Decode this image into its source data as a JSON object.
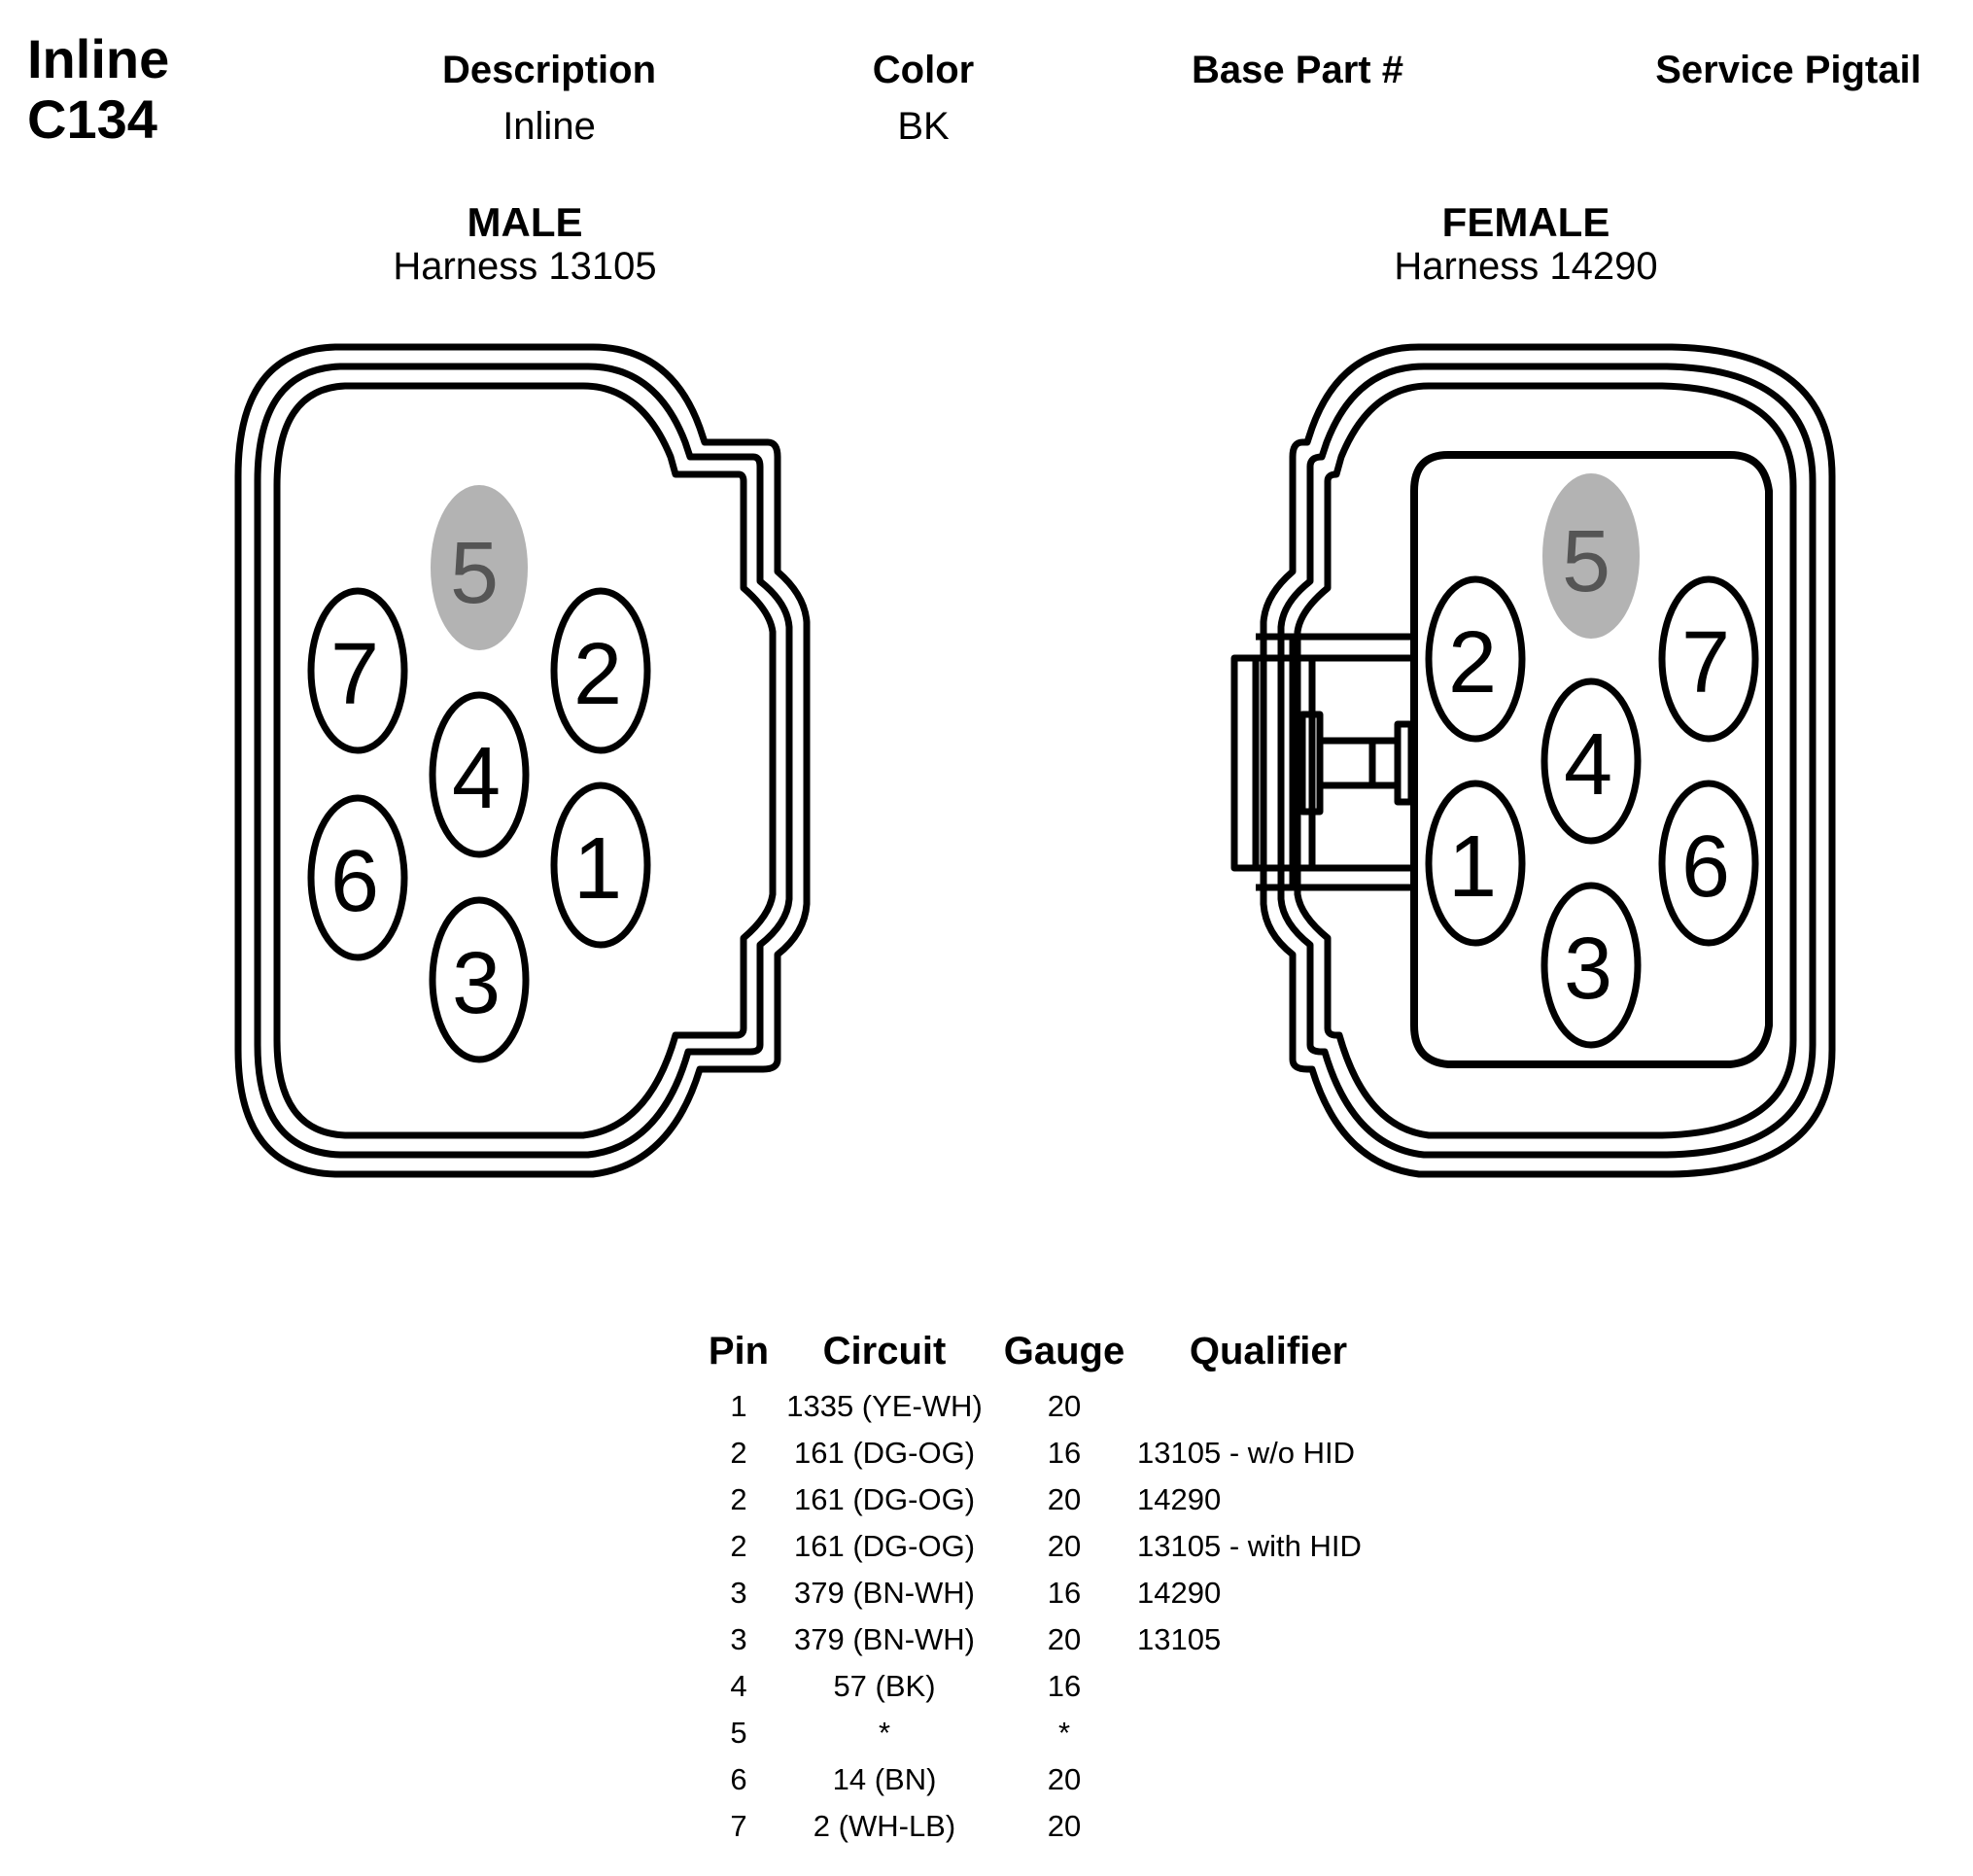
{
  "header": {
    "title_line1": "Inline",
    "title_line2": "C134",
    "description_label": "Description",
    "description_value": "Inline",
    "color_label": "Color",
    "color_value": "BK",
    "base_part_label": "Base Part #",
    "base_part_value": "",
    "service_pigtail_label": "Service Pigtail",
    "service_pigtail_value": ""
  },
  "male": {
    "title": "MALE",
    "harness": "Harness 13105",
    "pins": [
      "1",
      "2",
      "3",
      "4",
      "5",
      "6",
      "7"
    ]
  },
  "female": {
    "title": "FEMALE",
    "harness": "Harness 14290",
    "pins": [
      "1",
      "2",
      "3",
      "4",
      "5",
      "6",
      "7"
    ]
  },
  "colors": {
    "line": "#000000",
    "unused_pin_fill": "#b3b3b3",
    "unused_pin_text": "#555555"
  },
  "table": {
    "headers": [
      "Pin",
      "Circuit",
      "Gauge",
      "Qualifier"
    ],
    "rows": [
      [
        "1",
        "1335 (YE-WH)",
        "20",
        ""
      ],
      [
        "2",
        "161 (DG-OG)",
        "16",
        "13105 - w/o HID"
      ],
      [
        "2",
        "161 (DG-OG)",
        "20",
        "14290"
      ],
      [
        "2",
        "161 (DG-OG)",
        "20",
        "13105 - with HID"
      ],
      [
        "3",
        "379 (BN-WH)",
        "16",
        "14290"
      ],
      [
        "3",
        "379 (BN-WH)",
        "20",
        "13105"
      ],
      [
        "4",
        "57 (BK)",
        "16",
        ""
      ],
      [
        "5",
        "*",
        "*",
        ""
      ],
      [
        "6",
        "14 (BN)",
        "20",
        ""
      ],
      [
        "7",
        "2 (WH-LB)",
        "20",
        ""
      ]
    ]
  }
}
